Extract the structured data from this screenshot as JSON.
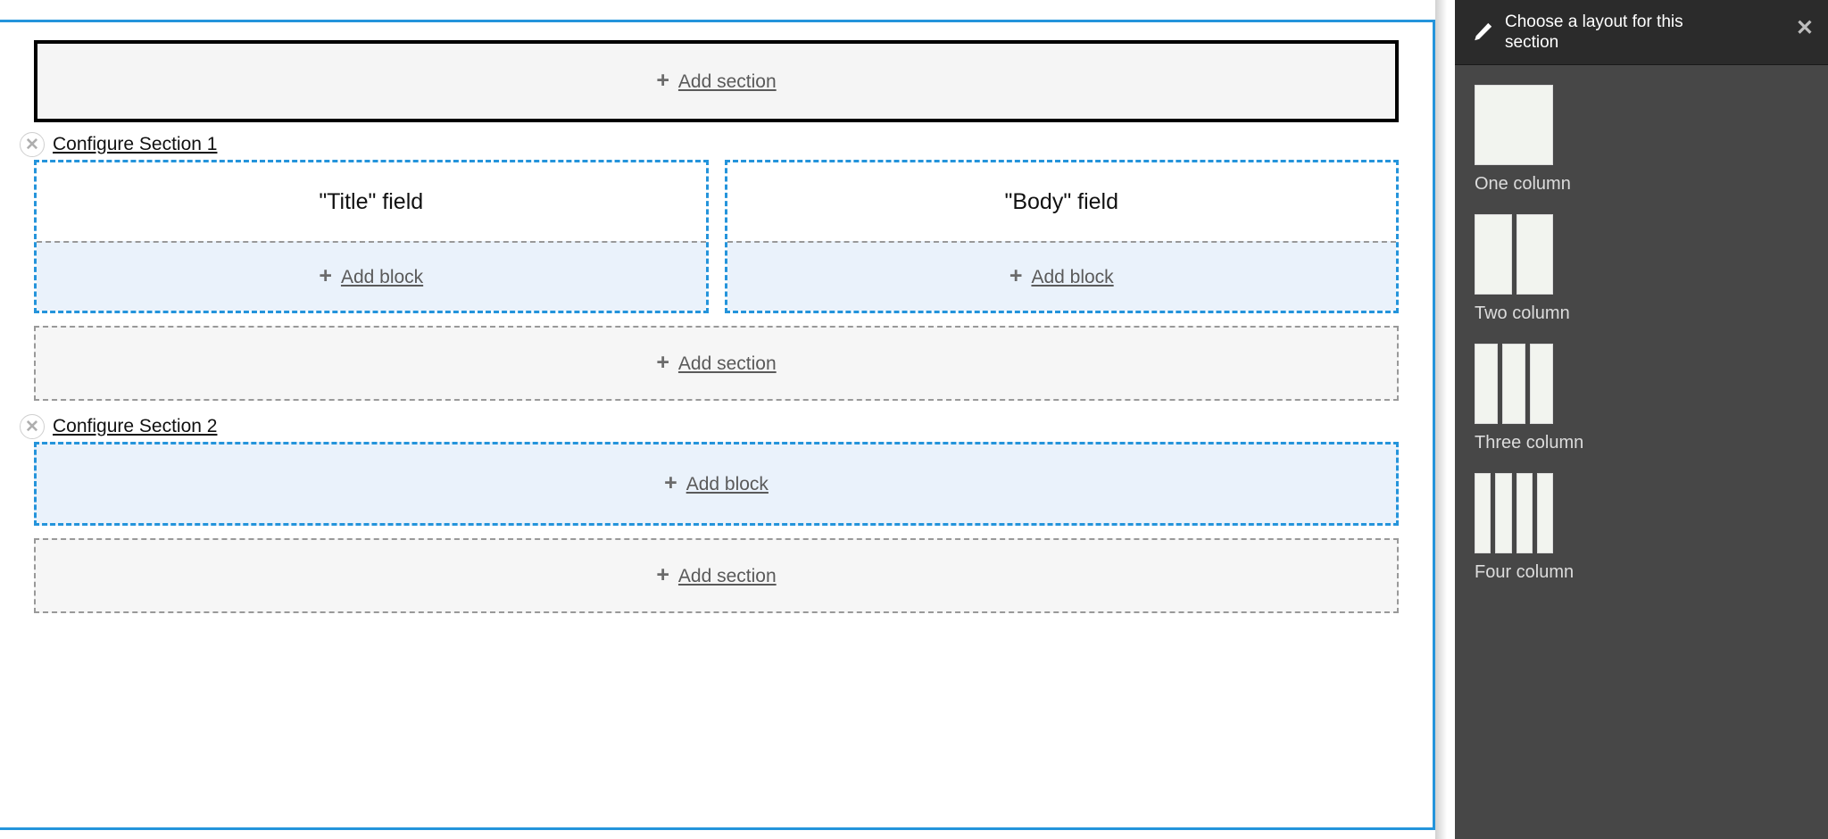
{
  "canvas": {
    "top_add_section": {
      "label": "Add section",
      "icon": "plus-icon",
      "state": "focused"
    },
    "sections": [
      {
        "configure_label": "Configure Section 1",
        "remove_icon": "close-icon",
        "regions": [
          {
            "field_label": "\"Title\" field",
            "add_block_label": "Add block",
            "has_field": true
          },
          {
            "field_label": "\"Body\" field",
            "add_block_label": "Add block",
            "has_field": true
          }
        ]
      },
      {
        "configure_label": "Configure Section 2",
        "remove_icon": "close-icon",
        "regions": [
          {
            "field_label": "",
            "add_block_label": "Add block",
            "has_field": false
          }
        ]
      }
    ],
    "middle_add_section": {
      "label": "Add section",
      "icon": "plus-icon"
    },
    "bottom_add_section": {
      "label": "Add section",
      "icon": "plus-icon"
    }
  },
  "tray": {
    "icon": "pencil-icon",
    "title": "Choose a layout for this section",
    "close_icon": "close-icon",
    "options": [
      {
        "label": "One column",
        "columns": 1
      },
      {
        "label": "Two column",
        "columns": 2
      },
      {
        "label": "Three column",
        "columns": 3
      },
      {
        "label": "Four column",
        "columns": 4
      }
    ]
  },
  "colors": {
    "accent_blue": "#2494db",
    "region_fill": "#eaf2fb",
    "dashed_gray": "#999999",
    "tray_header_bg": "#2b2b2b",
    "tray_body_bg": "#474747",
    "focus_outline": "#000000"
  }
}
